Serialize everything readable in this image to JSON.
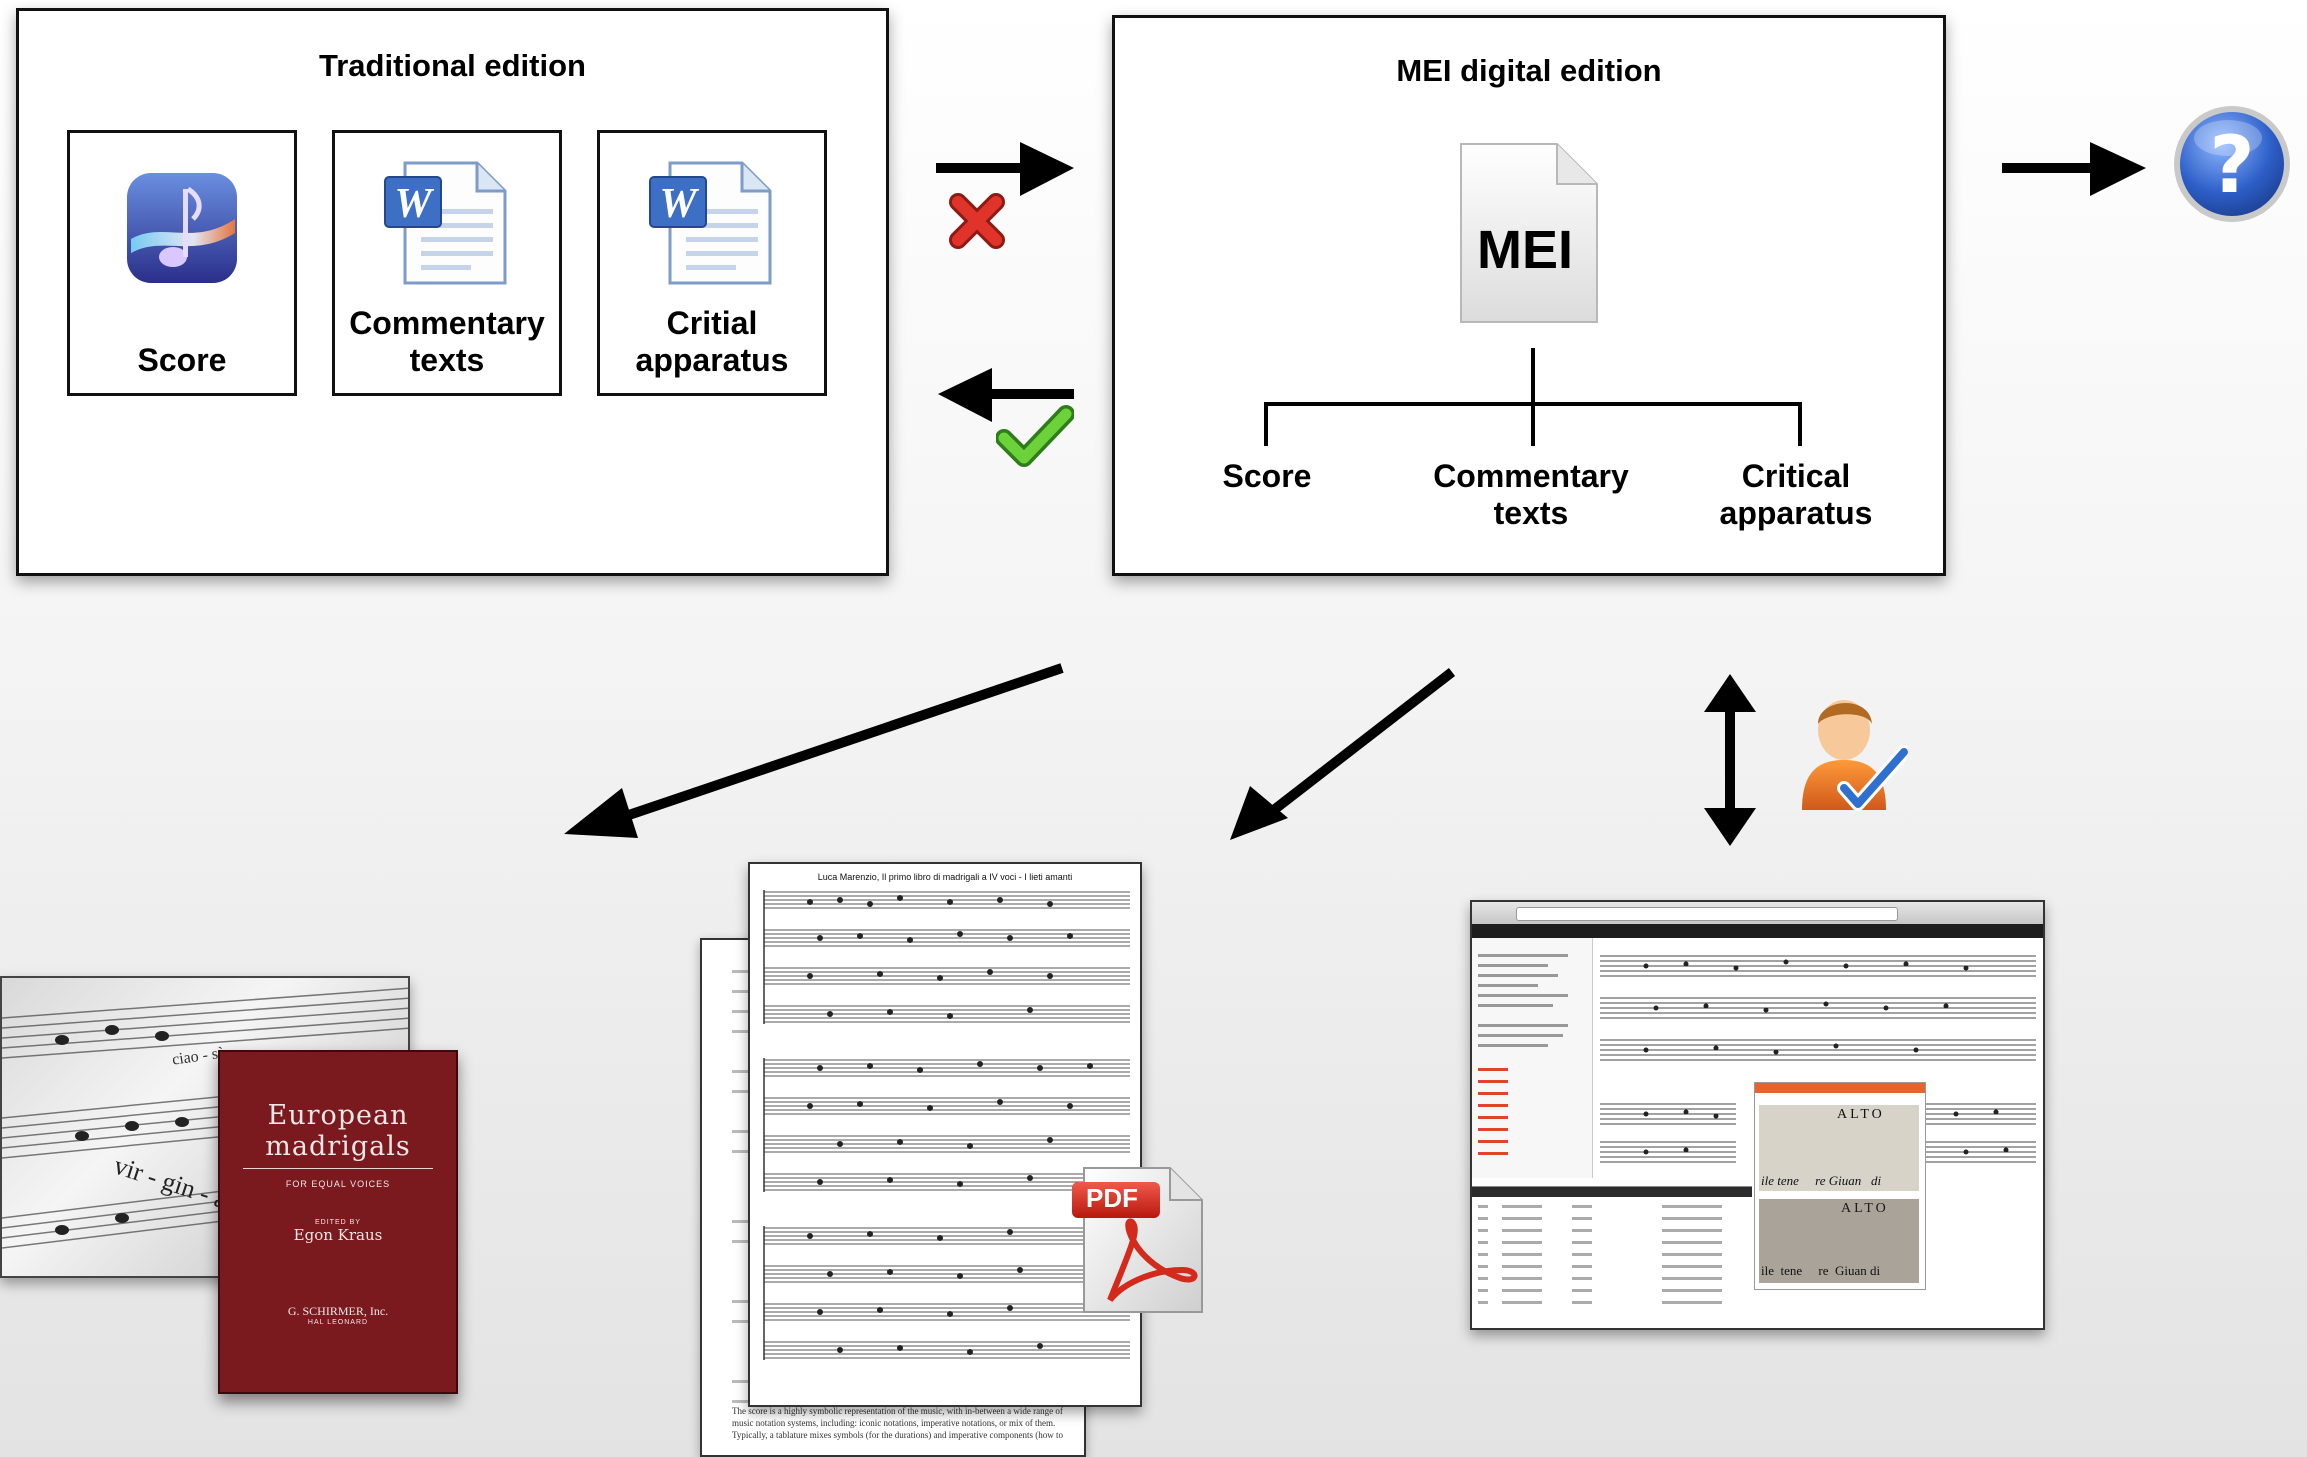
{
  "traditional": {
    "title": "Traditional edition",
    "cards": [
      {
        "label": "Score",
        "icon": "music-note-app-icon"
      },
      {
        "label": "Commentary\ntexts",
        "icon": "word-document-icon"
      },
      {
        "label": "Critial\napparatus",
        "icon": "word-document-icon"
      }
    ]
  },
  "mei": {
    "title": "MEI digital edition",
    "file_label": "MEI",
    "branches": [
      {
        "label": "Score"
      },
      {
        "label": "Commentary\ntexts"
      },
      {
        "label": "Critical\napparatus"
      }
    ]
  },
  "status_icons": {
    "reject": "red-x-icon",
    "accept": "green-check-icon",
    "unknown": "question-mark-icon",
    "user_review": "user-check-icon"
  },
  "book": {
    "title_line1": "European",
    "title_line2": "madrigals",
    "subtitle": "FOR EQUAL VOICES",
    "edited_by": "EDITED BY",
    "editor": "Egon Kraus",
    "publisher": "G. SCHIRMER, Inc.",
    "distributor": "HAL LEONARD",
    "photo_text": [
      "vir - gin - a",
      "ciao - sà"
    ],
    "color_cover": "#7a1a1f"
  },
  "pdf": {
    "score_title": "Luca Marenzio, Il primo libro di madrigali a IV voci - I lieti amanti",
    "badge": "PDF",
    "back_text": [
      "The score is a highly symbolic representation of the music, with in-between a wide range of",
      "music notation systems, including: iconic notations, imperative notations, or mix of them.",
      "Typically, a tablature mixes symbols (for the durations) and imperative components (how to"
    ]
  },
  "web": {
    "facsimile_top": "ALTO",
    "facsimile_top_lyrics": "ile tene     re Giuan   di",
    "facsimile_bottom": "ALTO",
    "facsimile_bottom_lyrics": "ile  tene     re  Giuan di"
  }
}
